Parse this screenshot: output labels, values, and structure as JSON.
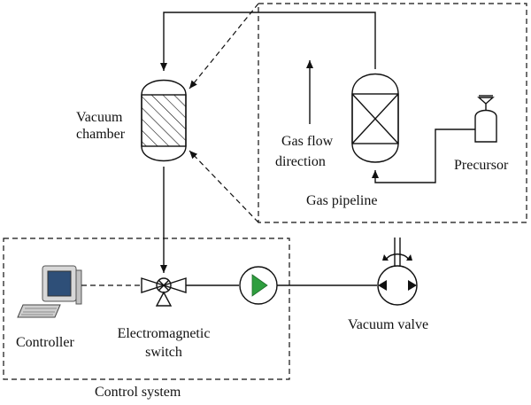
{
  "labels": {
    "vacuum_chamber_line1": "Vacuum",
    "vacuum_chamber_line2": "chamber",
    "gas_flow_line1": "Gas flow",
    "gas_flow_line2": "direction",
    "precursor": "Precursor",
    "gas_pipeline": "Gas pipeline",
    "controller": "Controller",
    "electromagnetic_switch_line1": "Electromagnetic",
    "electromagnetic_switch_line2": "switch",
    "vacuum_valve": "Vacuum valve",
    "control_system": "Control system"
  },
  "colors": {
    "stroke": "#111111",
    "pump_arrow": "#2e9e3e",
    "monitor_frame": "#d8d8d8",
    "monitor_screen": "#2e4f78"
  },
  "icons": {
    "chamber": "vessel-with-hatching",
    "reactor": "vessel-with-cross",
    "precursor": "gas-cylinder",
    "controller": "computer-icon",
    "switch": "valve-icon",
    "pump": "pump-icon",
    "vacuum_valve": "vacuum-pump-icon"
  }
}
